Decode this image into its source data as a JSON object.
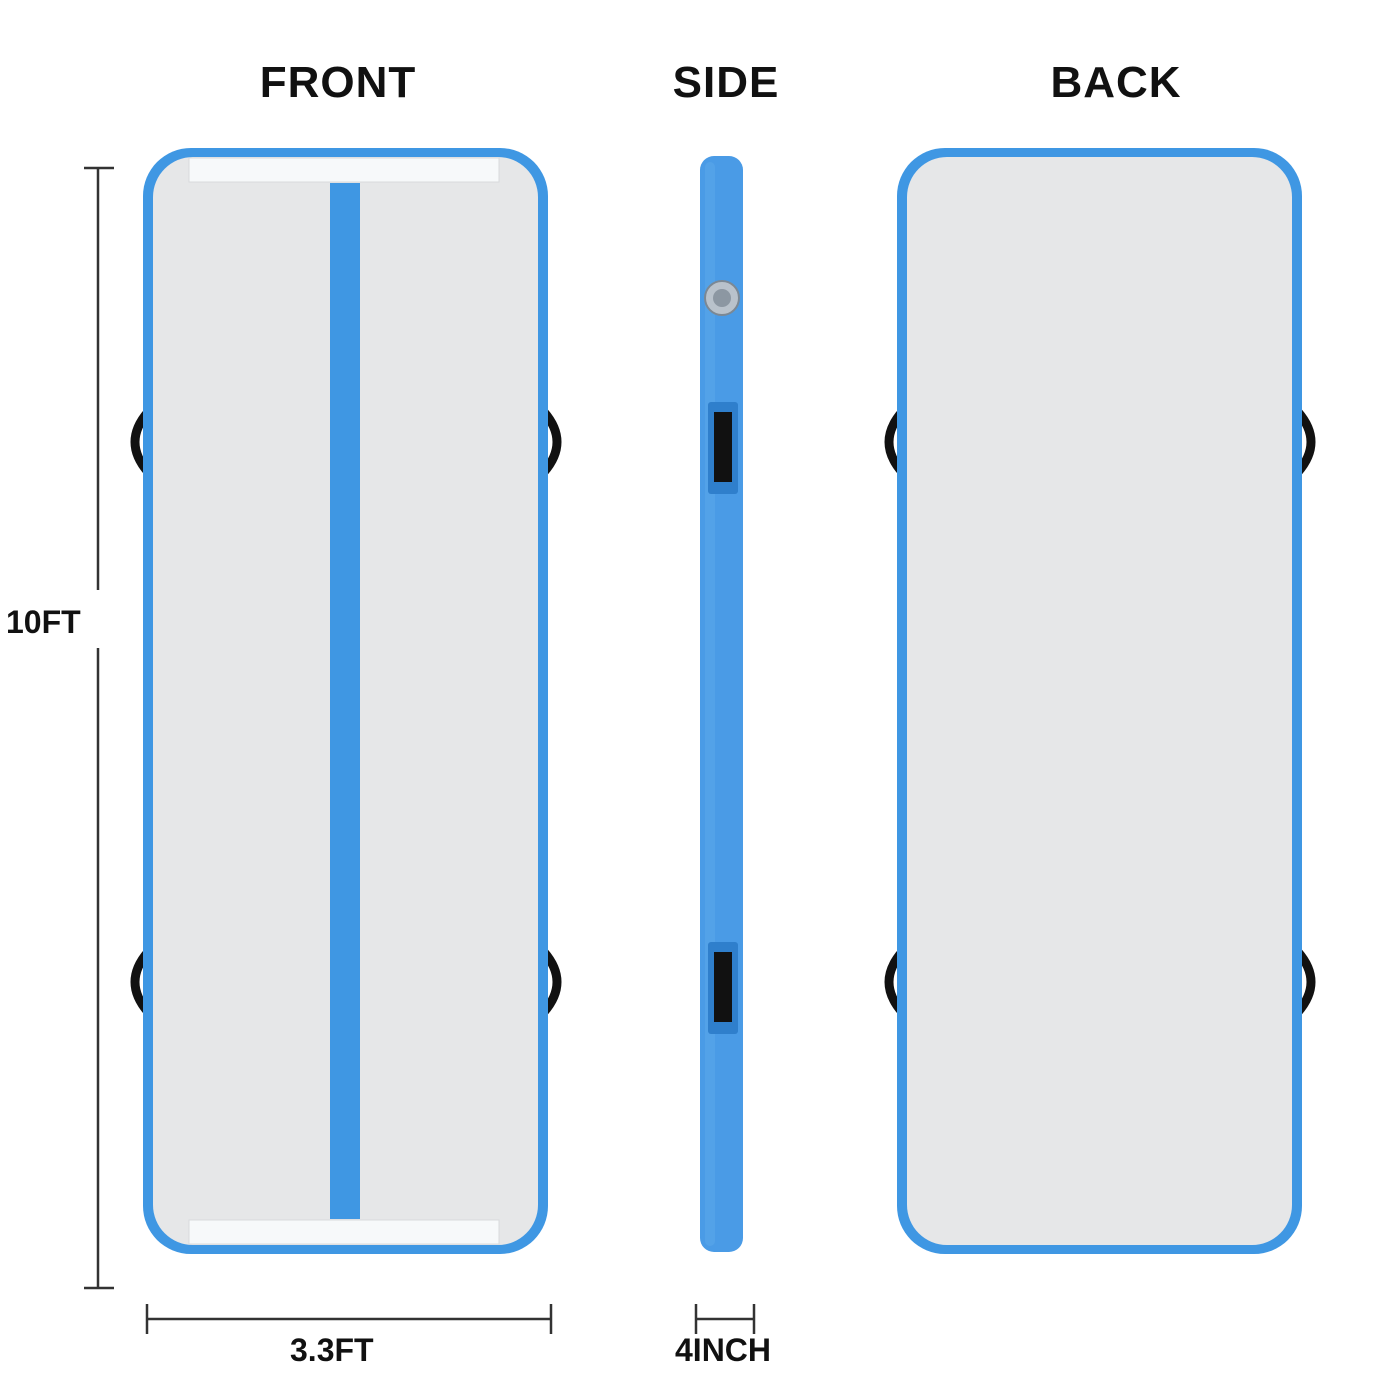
{
  "views": {
    "front": "FRONT",
    "side": "SIDE",
    "back": "BACK"
  },
  "dimensions": {
    "length": "10FT",
    "width": "3.3FT",
    "thickness": "4INCH"
  },
  "colors": {
    "mat_blue": "#3f97e3",
    "mat_surface": "#e6e7e8",
    "end_strip": "#f7f9fa",
    "handle": "#111111",
    "dimension_line": "#333333"
  }
}
